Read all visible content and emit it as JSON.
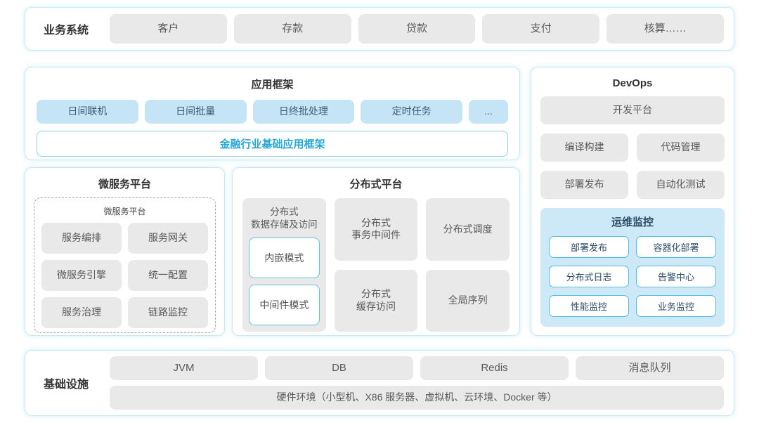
{
  "business": {
    "label": "业务系统",
    "items": [
      "客户",
      "存款",
      "贷款",
      "支付",
      "核算……"
    ]
  },
  "app_framework": {
    "title": "应用框架",
    "modules": [
      "日间联机",
      "日间批量",
      "日终批处理",
      "定时任务",
      "..."
    ],
    "base_framework": "金融行业基础应用框架"
  },
  "devops": {
    "title": "DevOps",
    "dev_platform": "开发平台",
    "tools": [
      "编译构建",
      "代码管理",
      "部署发布",
      "自动化测试"
    ],
    "ops_monitoring": {
      "title": "运维监控",
      "items": [
        "部署发布",
        "容器化部署",
        "分布式日志",
        "告警中心",
        "性能监控",
        "业务监控"
      ]
    }
  },
  "microservice_platform": {
    "title": "微服务平台",
    "inner_title": "微服务平台",
    "items": [
      "服务编排",
      "服务网关",
      "微服务引擎",
      "统一配置",
      "服务治理",
      "链路监控"
    ]
  },
  "distributed_platform": {
    "title": "分布式平台",
    "data_storage": {
      "title": "分布式\n数据存储及访问",
      "modes": [
        "内嵌模式",
        "中间件模式"
      ]
    },
    "transaction_middleware": "分布式\n事务中间件",
    "scheduling": "分布式调度",
    "cache_access": "分布式\n缓存访问",
    "global_sequence": "全局序列"
  },
  "infrastructure": {
    "label": "基础设施",
    "items": [
      "JVM",
      "DB",
      "Redis",
      "消息队列"
    ],
    "hardware": "硬件环境（小型机、X86 服务器、虚拟机、云环境、Docker 等）"
  },
  "colors": {
    "panel_border": "#c9e8f3",
    "gray_box": "#e9e9e9",
    "blue_box": "#c5e5f6",
    "accent_cyan": "#29a7d4",
    "monitor_bg": "#cde9f8",
    "mode_border": "#63c2e2",
    "dark_navy_text": "#2b4a66"
  }
}
